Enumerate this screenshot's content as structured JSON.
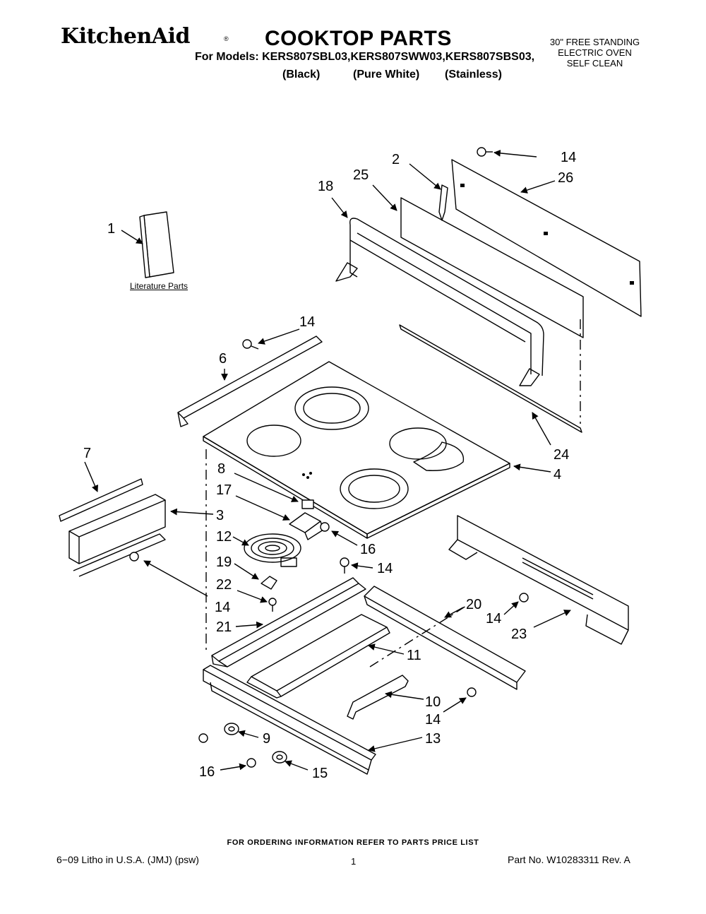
{
  "header": {
    "brand": "KitchenAid",
    "brand_mark": "®",
    "title": "COOKTOP PARTS",
    "models_line": "For Models: KERS807SBL03,KERS807SWW03,KERS807SBS03,",
    "colors": [
      "(Black)",
      "(Pure White)",
      "(Stainless)"
    ],
    "subtitle": [
      "30\" FREE STANDING",
      "ELECTRIC OVEN",
      "SELF CLEAN"
    ]
  },
  "diagram": {
    "literature_label": "Literature Parts",
    "callouts": [
      {
        "id": "c1",
        "label": "1"
      },
      {
        "id": "c2",
        "label": "2"
      },
      {
        "id": "c3",
        "label": "3"
      },
      {
        "id": "c4",
        "label": "4"
      },
      {
        "id": "c6",
        "label": "6"
      },
      {
        "id": "c7",
        "label": "7"
      },
      {
        "id": "c8",
        "label": "8"
      },
      {
        "id": "c9",
        "label": "9"
      },
      {
        "id": "c10",
        "label": "10"
      },
      {
        "id": "c11",
        "label": "11"
      },
      {
        "id": "c12",
        "label": "12"
      },
      {
        "id": "c13",
        "label": "13"
      },
      {
        "id": "c14a",
        "label": "14"
      },
      {
        "id": "c14b",
        "label": "14"
      },
      {
        "id": "c14c",
        "label": "14"
      },
      {
        "id": "c14d",
        "label": "14"
      },
      {
        "id": "c14e",
        "label": "14"
      },
      {
        "id": "c14f",
        "label": "14"
      },
      {
        "id": "c15",
        "label": "15"
      },
      {
        "id": "c16a",
        "label": "16"
      },
      {
        "id": "c16b",
        "label": "16"
      },
      {
        "id": "c17",
        "label": "17"
      },
      {
        "id": "c18",
        "label": "18"
      },
      {
        "id": "c19",
        "label": "19"
      },
      {
        "id": "c20",
        "label": "20"
      },
      {
        "id": "c21",
        "label": "21"
      },
      {
        "id": "c22",
        "label": "22"
      },
      {
        "id": "c23",
        "label": "23"
      },
      {
        "id": "c24",
        "label": "24"
      },
      {
        "id": "c25",
        "label": "25"
      },
      {
        "id": "c26",
        "label": "26"
      }
    ]
  },
  "footer": {
    "ordering": "FOR ORDERING INFORMATION REFER TO PARTS PRICE LIST",
    "litho": "6−09 Litho in U.S.A. (JMJ) (psw)",
    "page": "1",
    "part_no": "Part No. W10283311 Rev. A"
  }
}
